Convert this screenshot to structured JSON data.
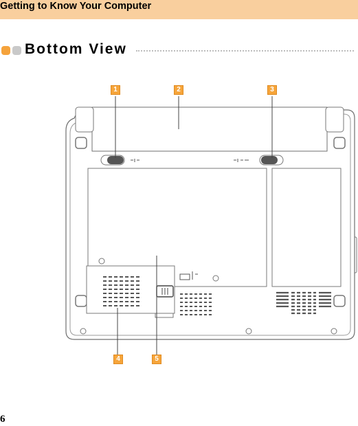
{
  "header": {
    "title": "Getting to Know Your Computer"
  },
  "section": {
    "title": "Bottom View"
  },
  "callouts": [
    "1",
    "2",
    "3",
    "4",
    "5"
  ],
  "page": {
    "number": "6"
  },
  "colors": {
    "header_band": "#f9cf9e",
    "callout_orange": "#f6a53b",
    "bullet_grey": "#c9c9c9"
  }
}
